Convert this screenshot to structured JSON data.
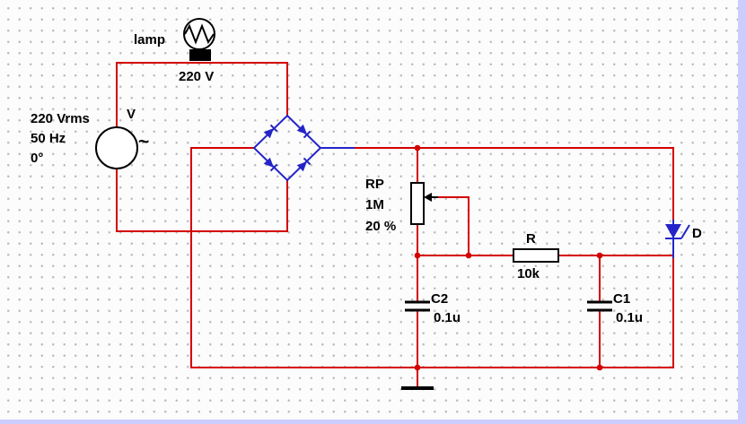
{
  "app": {
    "view": "circuit-schematic-canvas"
  },
  "colors": {
    "wire": "#d40000",
    "semiconductor": "#2424c8",
    "outline": "#000000",
    "label": "#000000",
    "grid_dot": "#bababa",
    "canvas_bg": "#fcfcfc",
    "page_edge": "#ccccfe"
  },
  "components": {
    "lamp": {
      "ref": "lamp",
      "value": "220 V"
    },
    "ac_source": {
      "ref": "V",
      "waveform": "~",
      "voltage": "220 Vrms",
      "frequency": "50 Hz",
      "phase": "0°"
    },
    "potentiometer": {
      "ref": "RP",
      "value": "1M",
      "setting": "20 %"
    },
    "resistor": {
      "ref": "R",
      "value": "10k"
    },
    "capacitor_c2": {
      "ref": "C2",
      "value": "0.1u"
    },
    "capacitor_c1": {
      "ref": "C1",
      "value": "0.1u"
    },
    "diode_d": {
      "ref": "D"
    }
  }
}
